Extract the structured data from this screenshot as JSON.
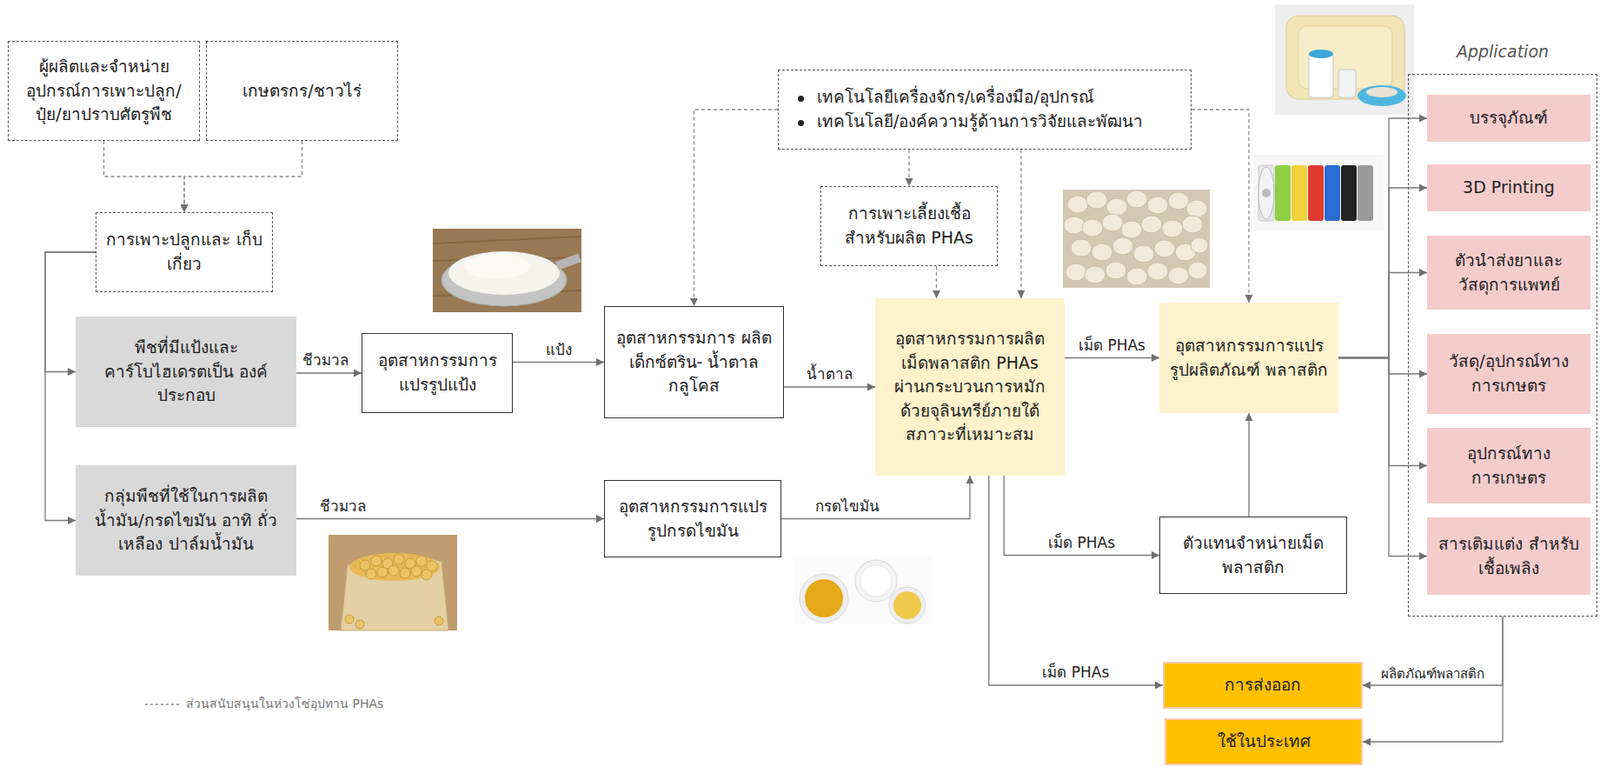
{
  "diagram": {
    "nodes": [
      {
        "text": [
          "ผู้ผลิตและจำหน่าย อุปกรณ์การเพาะปลูก/ ปุ๋ย/ยาปราบศัตรูพืช"
        ]
      },
      {
        "text": [
          "เกษตรกร/ชาวไร่"
        ]
      },
      {
        "text": [
          "เทคโนโลยีเครื่องจักร/เครื่องมือ/อุปกรณ์",
          "เทคโนโลยี/องค์ความรู้ด้านการวิจัยและพัฒนา"
        ]
      },
      {
        "text": [
          "การเพาะปลูกและ เก็บเกี่ยว"
        ]
      },
      {
        "text": [
          "พืชที่มีแป้งและ คาร์โบไฮเดรตเป็น องค์ประกอบ"
        ]
      },
      {
        "text": [
          "อุตสาหกรรมการ แปรรูปแป้ง"
        ]
      },
      {
        "text": [
          "อุตสาหกรรมการ ผลิตเด็กซ์ตริน- น้ำตาลกลูโคส"
        ]
      },
      {
        "text": [
          "การเพาะเลี้ยงเชื้อ สำหรับผลิต PHAs"
        ]
      },
      {
        "text": [
          "อุตสาหกรรมการผลิต เม็ดพลาสติก PHAs ผ่านกระบวนการหมัก ด้วยจุลินทรีย์ภายใต้ สภาวะที่เหมาะสม"
        ]
      },
      {
        "text": [
          "อุตสาหกรรมการแปร รูปผลิตภัณฑ์ พลาสติก"
        ]
      },
      {
        "text": [
          "กลุ่มพืชที่ใช้ในการผลิต น้ำมัน/กรดไขมัน อาทิ ถั่วเหลือง ปาล์มน้ำมัน"
        ]
      },
      {
        "text": [
          "อุตสาหกรรมการแปร รูปกรดไขมัน"
        ]
      },
      {
        "text": [
          "ตัวแทนจำหน่ายเม็ด พลาสติก"
        ]
      },
      {
        "text": [
          "Application"
        ]
      },
      {
        "text": [
          "บรรจุภัณฑ์"
        ],
        "in": 13
      },
      {
        "text": [
          "3D Printing"
        ],
        "in": 13
      },
      {
        "text": [
          "ตัวนำส่งยาและ วัสดุการแพทย์"
        ],
        "in": 13
      },
      {
        "text": [
          "วัสดุ/อุปกรณ์ทาง การเกษตร"
        ],
        "in": 13
      },
      {
        "text": [
          "อุปกรณ์ทาง การเกษตร"
        ],
        "in": 13
      },
      {
        "text": [
          "สารเติมแต่ง สำหรับเชื้อเพลิง"
        ],
        "in": 13
      },
      {
        "text": [
          "การส่งออก"
        ]
      },
      {
        "text": [
          "ใช้ในประเทศ"
        ]
      }
    ],
    "edges": [
      {
        "from": 0,
        "to": 3,
        "arrow": "to"
      },
      {
        "from": 1,
        "to": 3,
        "arrow": "to"
      },
      {
        "from": 3,
        "to": 4,
        "arrow": "to"
      },
      {
        "from": 3,
        "to": 10,
        "arrow": "to"
      },
      {
        "from": 4,
        "to": 5,
        "label": "ชีวมวล",
        "arrow": "to"
      },
      {
        "from": 5,
        "to": 6,
        "label": "แป้ง",
        "arrow": "to"
      },
      {
        "from": 6,
        "to": 8,
        "label": "น้ำตาล",
        "arrow": "to"
      },
      {
        "from": 10,
        "to": 11,
        "label": "ชีวมวล",
        "arrow": "to"
      },
      {
        "from": 11,
        "to": 8,
        "label": "กรดไขมัน",
        "arrow": "to"
      },
      {
        "from": 2,
        "to": 6,
        "arrow": "to"
      },
      {
        "from": 2,
        "to": 7,
        "arrow": "to"
      },
      {
        "from": 2,
        "to": 8,
        "arrow": "to"
      },
      {
        "from": 2,
        "to": 9,
        "arrow": "to"
      },
      {
        "from": 7,
        "to": 8,
        "arrow": "to"
      },
      {
        "from": 8,
        "to": 9,
        "label": "เม็ด PHAs",
        "arrow": "to"
      },
      {
        "from": 8,
        "to": 12,
        "label": "เม็ด PHAs",
        "arrow": "to"
      },
      {
        "from": 8,
        "to": 20,
        "label": "เม็ด PHAs",
        "arrow": "to"
      },
      {
        "from": 12,
        "to": 9,
        "arrow": "to"
      },
      {
        "from": 9,
        "to": 14,
        "arrow": "to"
      },
      {
        "from": 9,
        "to": 15,
        "arrow": "to"
      },
      {
        "from": 9,
        "to": 16,
        "arrow": "to"
      },
      {
        "from": 9,
        "to": 17,
        "arrow": "to"
      },
      {
        "from": 9,
        "to": 18,
        "arrow": "to"
      },
      {
        "from": 9,
        "to": 19,
        "arrow": "to"
      },
      {
        "from": 13,
        "to": 20,
        "label": "ผลิตภัณฑ์พลาสติก",
        "arrow": "to"
      },
      {
        "from": 13,
        "to": 21,
        "arrow": "to"
      }
    ],
    "legend": [
      {
        "text": "ส่วนสนับสนุนในห่วงโซ่อุปทาน PHAs"
      }
    ]
  }
}
